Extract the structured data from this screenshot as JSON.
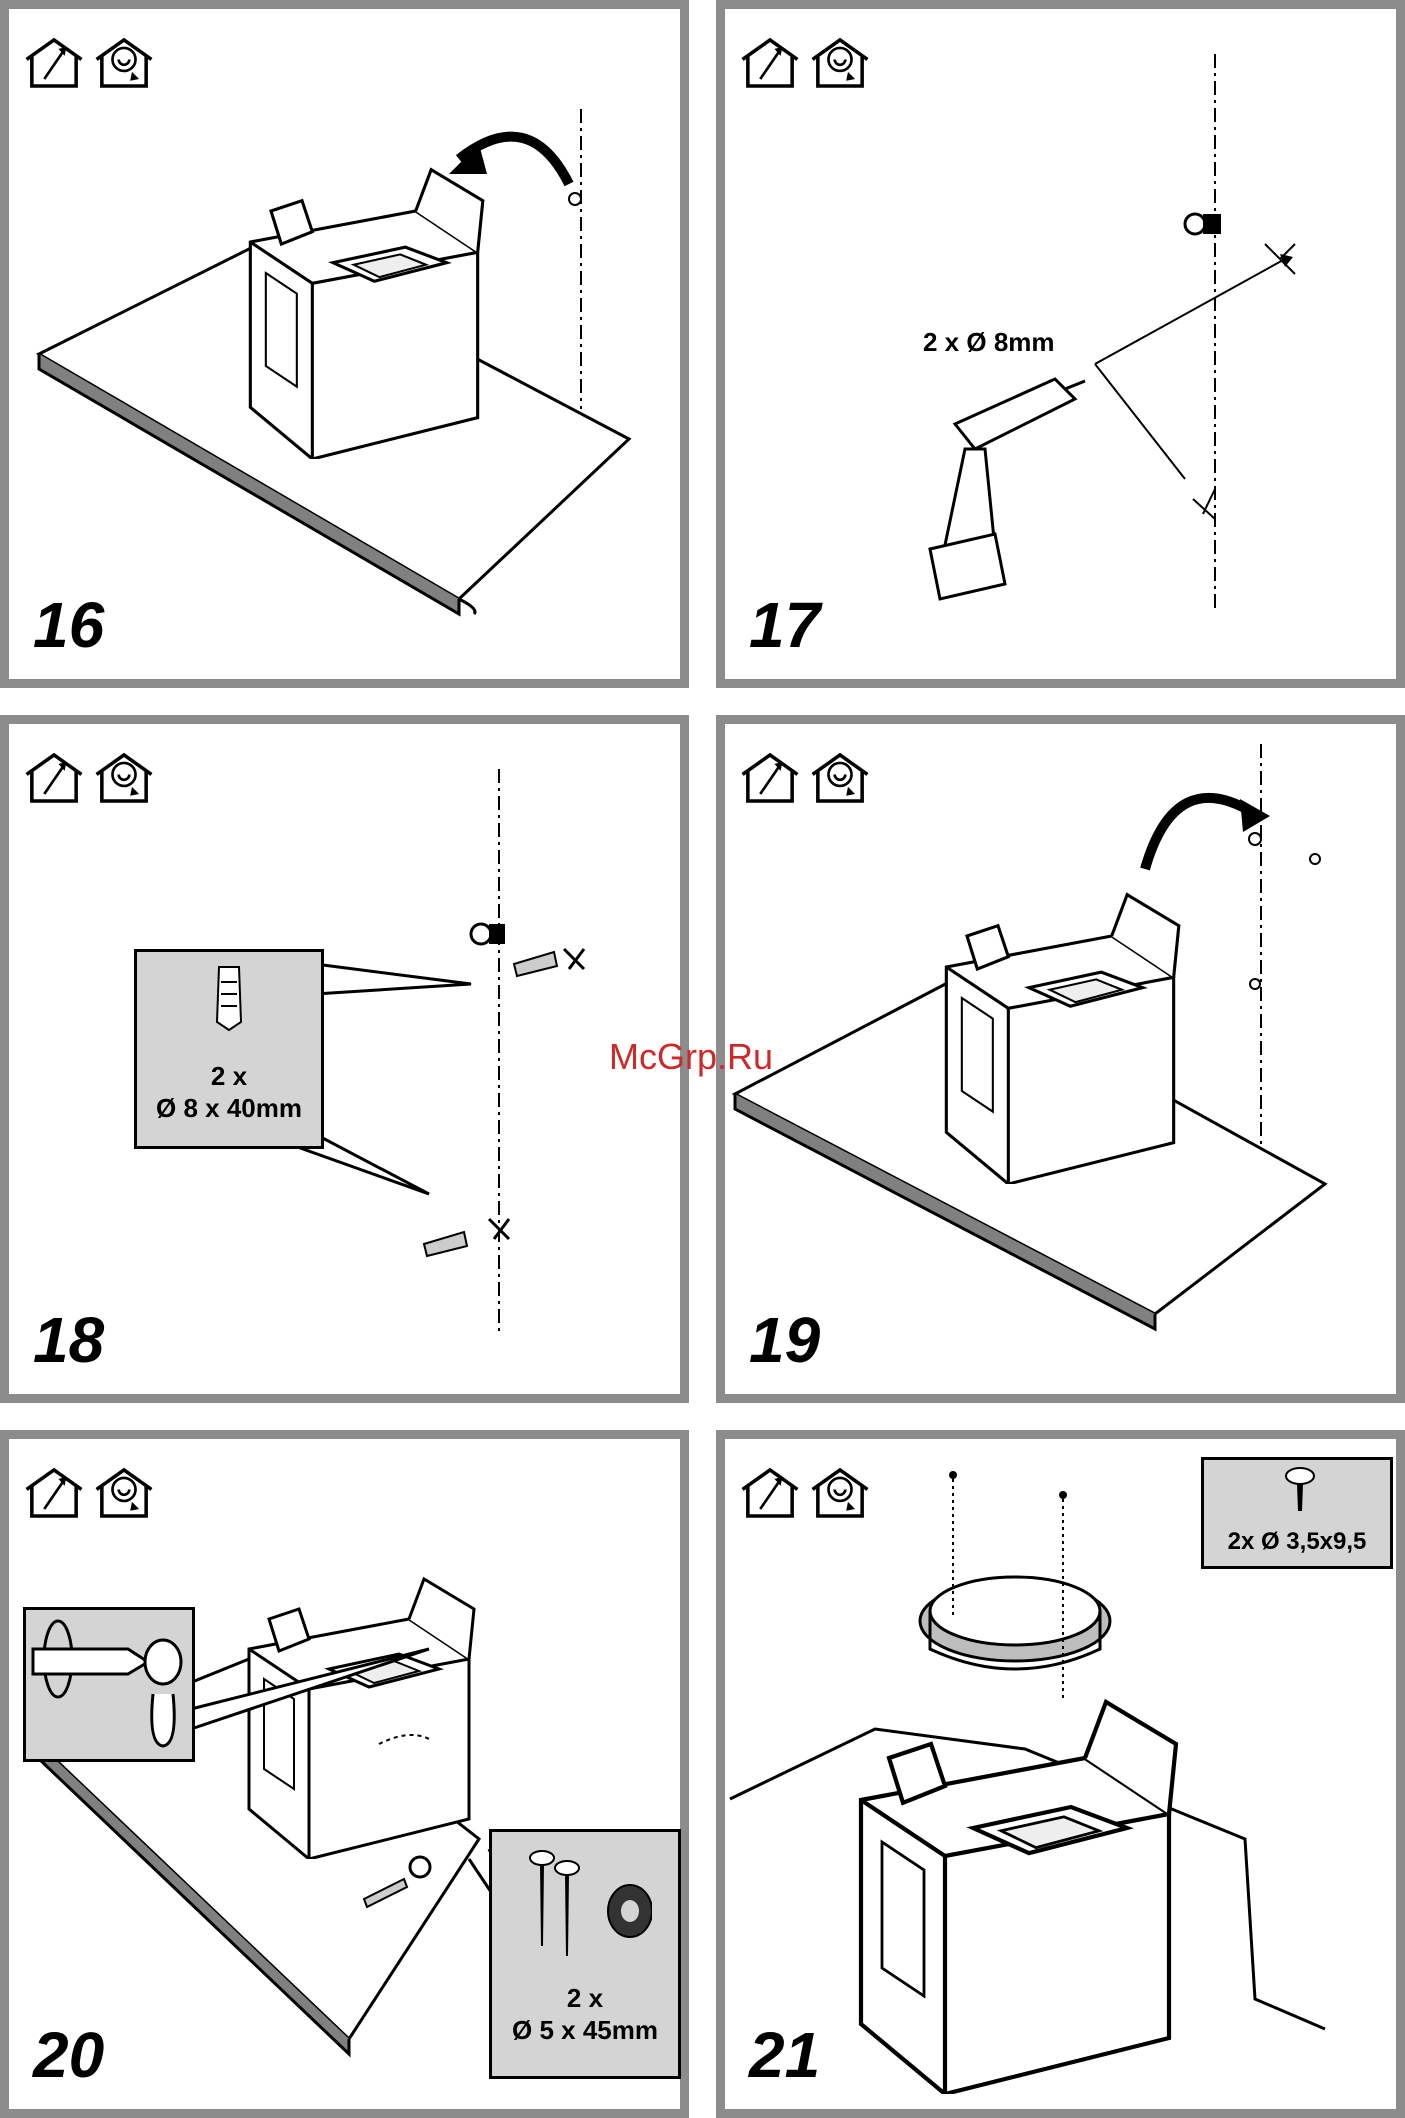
{
  "watermark": "McGrp.Ru",
  "steps": [
    {
      "number": "16"
    },
    {
      "number": "17",
      "drill_label": "2 x Ø 8mm"
    },
    {
      "number": "18",
      "callout_qty": "2 x",
      "callout_size": "Ø 8 x 40mm"
    },
    {
      "number": "19"
    },
    {
      "number": "20",
      "callout_qty": "2 x",
      "callout_size": "Ø 5 x 45mm"
    },
    {
      "number": "21",
      "callout_text": "2x Ø 3,5x9,5"
    }
  ],
  "icons": [
    "exhaust-mode-icon",
    "recirculation-mode-icon"
  ],
  "colors": {
    "frame": "#8c8c8c",
    "callout_fill": "#d4d4d4",
    "worktop_edge": "#808080",
    "watermark": "#cc2a2a"
  }
}
